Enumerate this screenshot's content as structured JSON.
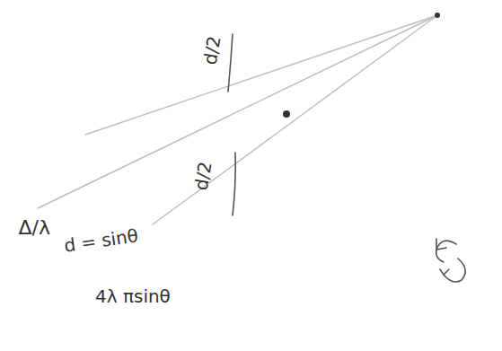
{
  "diagram": {
    "labels": [
      "d/2",
      "d/2",
      "Δ/λ",
      "d = sinθ",
      "4λ πsinθ"
    ]
  }
}
